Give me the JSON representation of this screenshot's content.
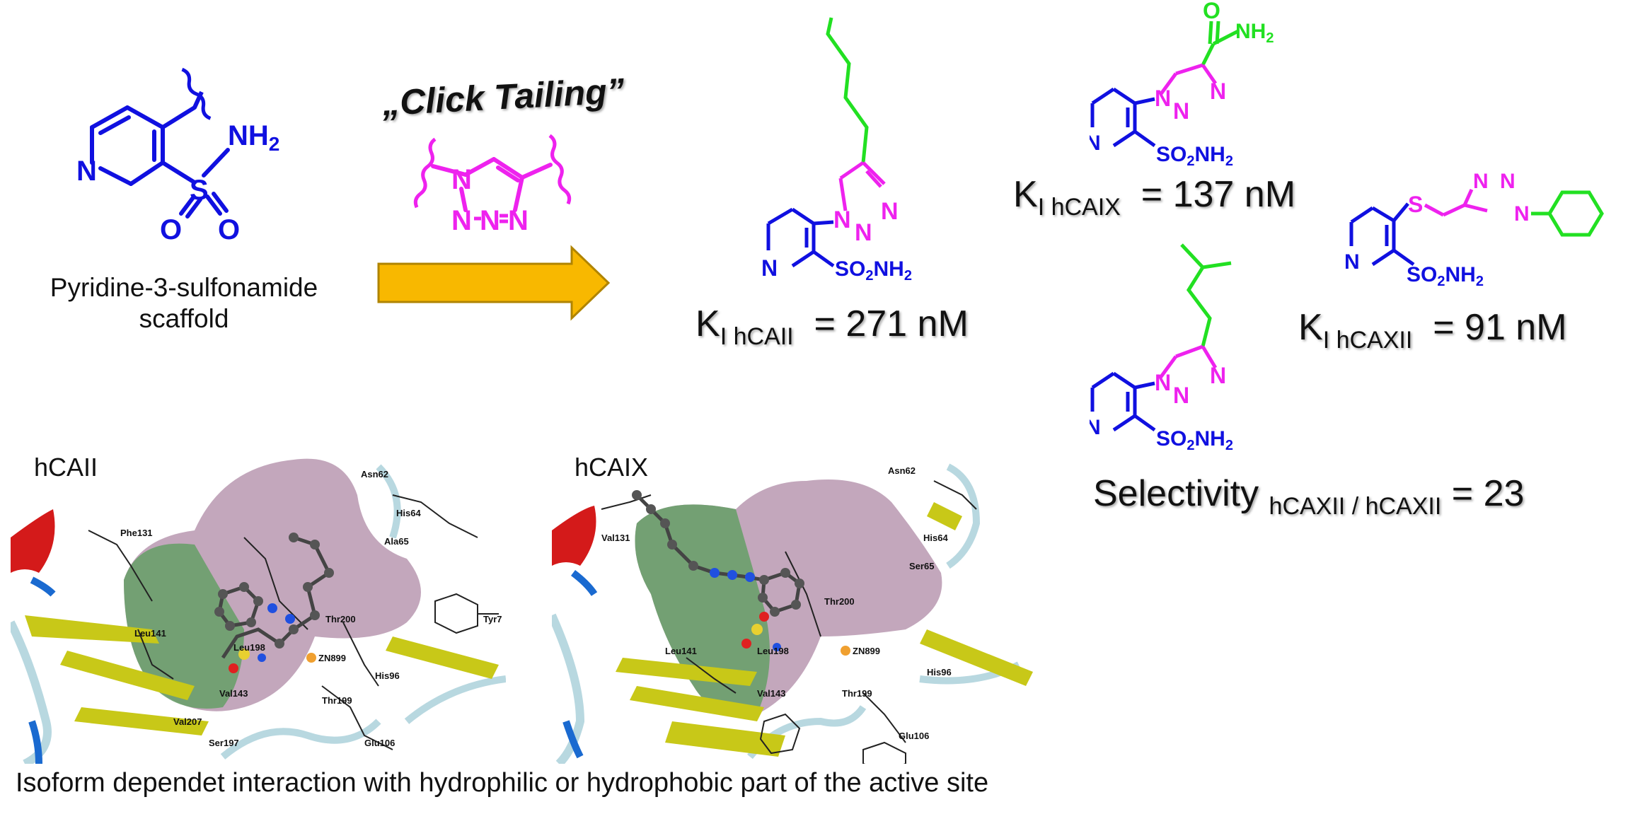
{
  "colors": {
    "scaffold": "#1010e0",
    "triazole": "#ee22ee",
    "tail": "#22e022",
    "arrow_fill": "#f8b800",
    "arrow_stroke": "#b08400",
    "ribbon_yellow": "#c8c818",
    "ribbon_red": "#d41a1a",
    "ribbon_blue": "#1a6ad0",
    "coil": "#b8d8e0",
    "surface_green": "#6aa06a",
    "surface_purple": "#b898b0"
  },
  "scaffold": {
    "label_line1": "Pyridine-3-sulfonamide",
    "label_line2": "scaffold",
    "atom_n": "N",
    "atom_nh2": "NH",
    "sub_2": "2",
    "atom_s": "S",
    "atom_o": "O"
  },
  "click": {
    "title": "„Click Tailing”",
    "atom_n": "N"
  },
  "compounds": [
    {
      "ki_prefix": "K",
      "ki_sub": "I hCAII",
      "ki_value": "= 271 nM"
    },
    {
      "ki_prefix": "K",
      "ki_sub": "I hCAIX",
      "ki_value": "= 137 nM"
    },
    {
      "ki_prefix": "K",
      "ki_sub": "I hCAXII",
      "ki_value": "= 91 nM"
    }
  ],
  "selectivity": {
    "prefix": "Selectivity",
    "sub": "hCAXII / hCAXII",
    "value": "= 23"
  },
  "chem": {
    "so2nh2": "SO",
    "nh2": "NH",
    "sub_2": "2",
    "n": "N",
    "o": "O",
    "s": "S"
  },
  "panels": {
    "left_label": "hCAII",
    "right_label": "hCAIX",
    "left_residues": [
      "Phe131",
      "Leu141",
      "Val207",
      "Ser197",
      "Leu198",
      "Val143",
      "Thr200",
      "Thr199",
      "ZN899",
      "His96",
      "Glu106",
      "Tyr7",
      "Ala65",
      "His64",
      "Asn62"
    ],
    "right_residues": [
      "Val131",
      "Leu141",
      "Leu198",
      "Val143",
      "Thr200",
      "Thr199",
      "ZN899",
      "His96",
      "Glu106",
      "Ser65",
      "His64",
      "Asn62"
    ]
  },
  "caption": "Isoform dependet interaction with hydrophilic or hydrophobic part of the active site"
}
